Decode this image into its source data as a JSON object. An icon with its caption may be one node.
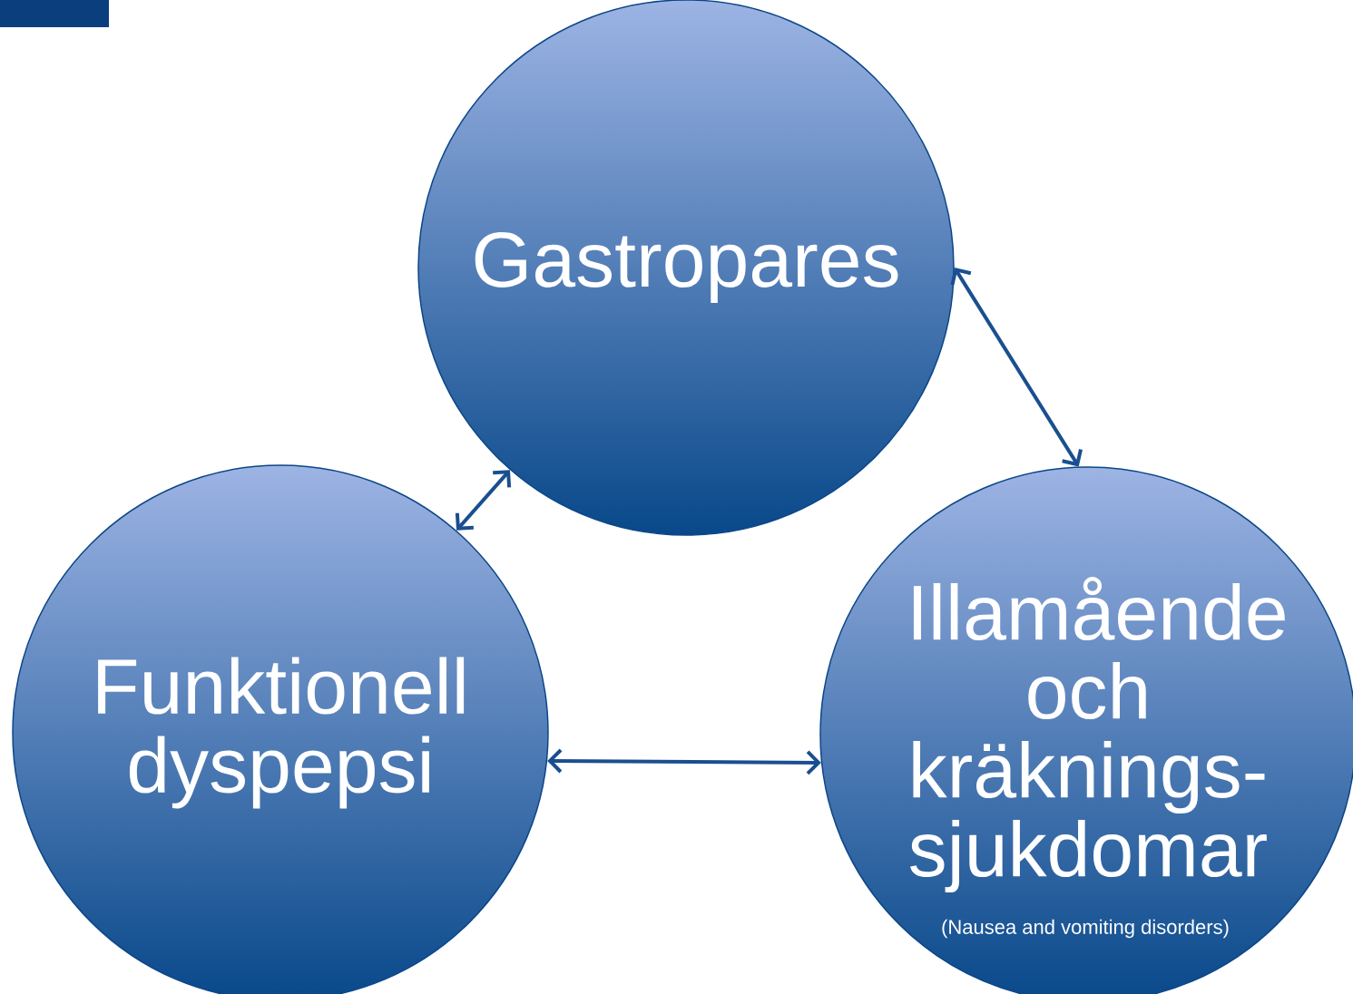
{
  "diagram": {
    "nodes": [
      {
        "text": [
          "Gastropares"
        ]
      },
      {
        "text": [
          "Funktionell dyspepsi"
        ]
      },
      {
        "text": [
          "Illamående och kräknings- sjukdomar",
          "(Nausea and vomiting disorders)"
        ]
      }
    ],
    "edges": [
      {
        "from": 0,
        "to": 2,
        "arrow": "both"
      },
      {
        "from": 0,
        "to": 1,
        "arrow": "both"
      },
      {
        "from": 1,
        "to": 2,
        "arrow": "both"
      }
    ]
  }
}
